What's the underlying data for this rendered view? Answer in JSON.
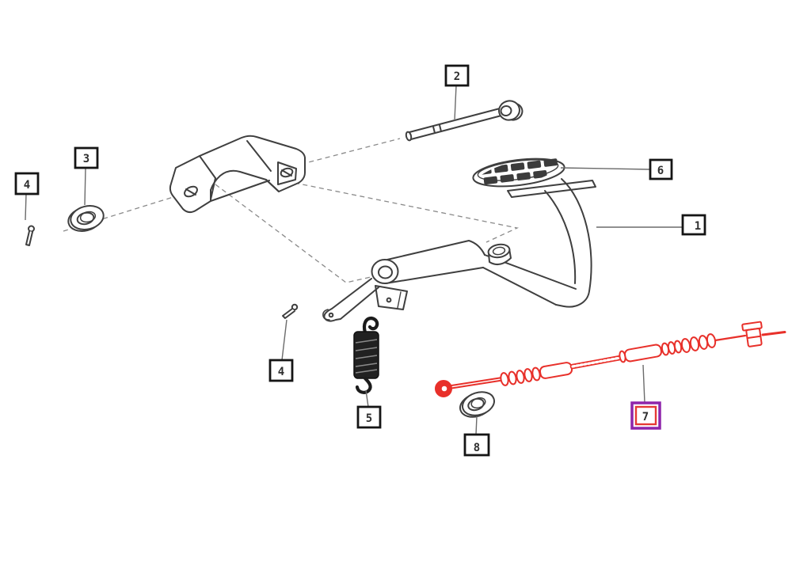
{
  "diagram": {
    "kind": "exploded-parts-diagram",
    "background_color": "#ffffff",
    "line_color": "#3f3f3f",
    "dashed_guide_color": "#8a8a8a",
    "leader_line_color": "#6b6b6b",
    "callout_border_color": "#151515",
    "callout_text_color": "#2f2f2f",
    "selected_part_color": "#e8302a",
    "selected_callout_border_color": "#8e24aa",
    "selected_callout_inner_border_color": "#e53935",
    "selected_callout": "7",
    "labels": {
      "n1": "1",
      "n2": "2",
      "n3": "3",
      "n4a": "4",
      "n4b": "4",
      "n5": "5",
      "n6": "6",
      "n7": "7",
      "n8": "8"
    }
  }
}
